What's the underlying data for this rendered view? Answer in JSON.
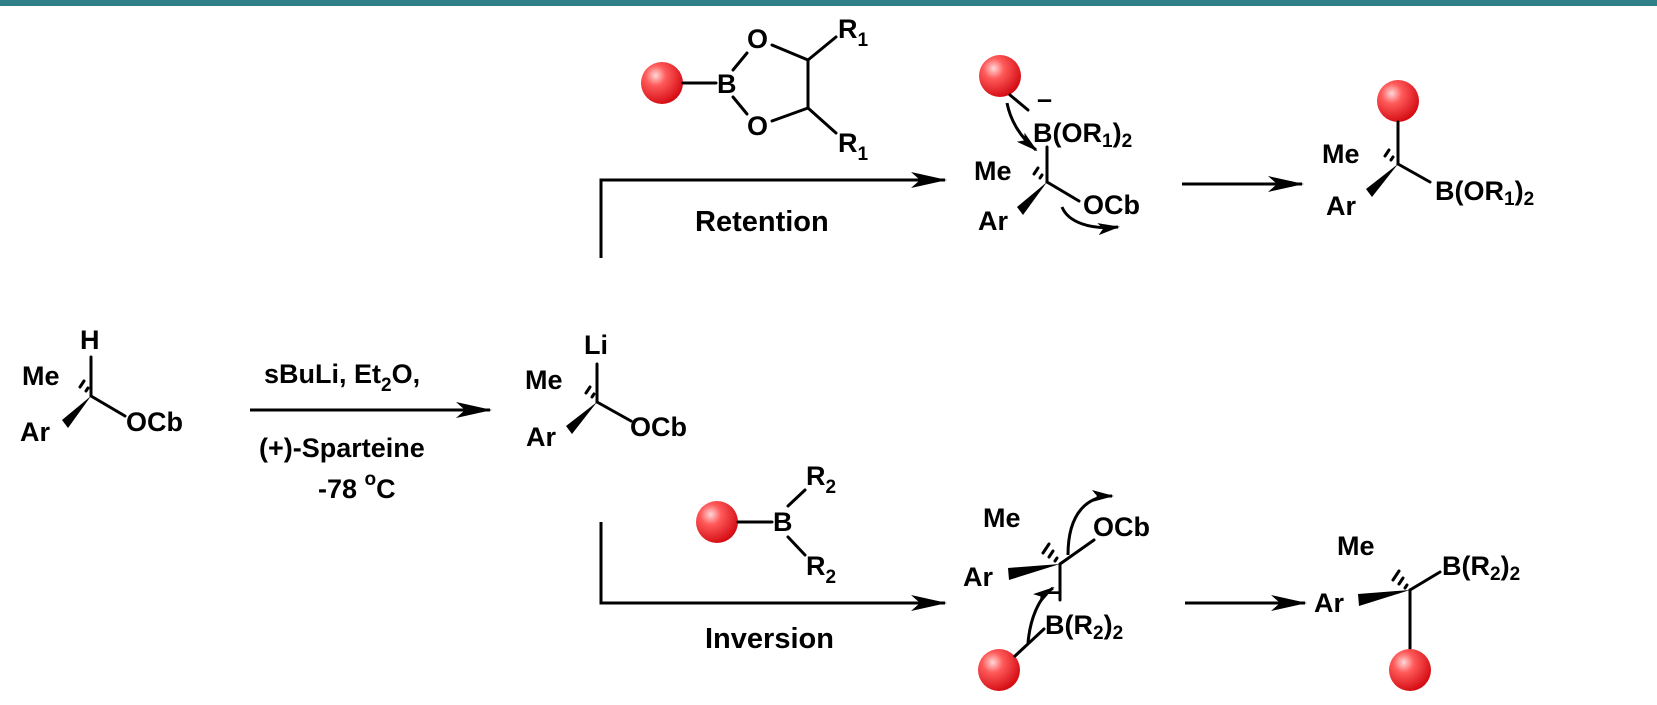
{
  "header": {
    "bar_color": "#2f7f88"
  },
  "colors": {
    "substituent_ball": "#e8141b",
    "ink": "#000000"
  },
  "labels": {
    "H": "H",
    "Me": "Me",
    "Ar": "Ar",
    "OCb": "OCb",
    "Li": "Li",
    "B": "B",
    "O": "O",
    "R": "R",
    "sub1": "1",
    "sub2": "2",
    "minus": "–",
    "B_OR1_2": "B(OR",
    "B_R2_2": "B(R",
    "close_paren": ")"
  },
  "conditions": {
    "reagent_line1_a": "sBuLi, Et",
    "reagent_line1_sub": "2",
    "reagent_line1_b": "O,",
    "reagent_line2": "(+)-Sparteine",
    "reagent_line3_a": "-78 ",
    "reagent_line3_sup": "o",
    "reagent_line3_b": "C"
  },
  "pathways": {
    "retention": "Retention",
    "inversion": "Inversion"
  }
}
